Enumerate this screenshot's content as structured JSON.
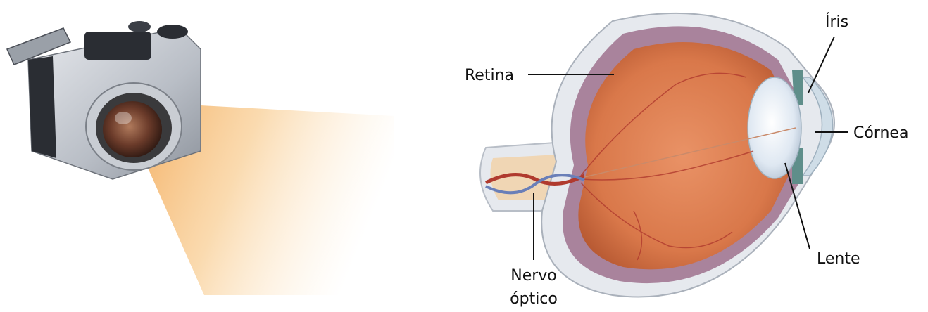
{
  "labels": {
    "retina": "Retina",
    "iris": "Íris",
    "cornea": "Córnea",
    "lente": "Lente",
    "nervo_line1": "Nervo",
    "nervo_line2": "óptico"
  },
  "colors": {
    "background": "#ffffff",
    "label_text": "#111111",
    "light_cone": "#f7c27a",
    "eye_interior": "#d9784a",
    "sclera": "#e6e9ee",
    "camera_body": "#c9cdd3",
    "camera_dark": "#2a2d33",
    "lens_glass": "#6b3b2a"
  },
  "icons": {
    "camera": "digital-camera-illustration",
    "eye": "eye-cross-section-illustration"
  }
}
